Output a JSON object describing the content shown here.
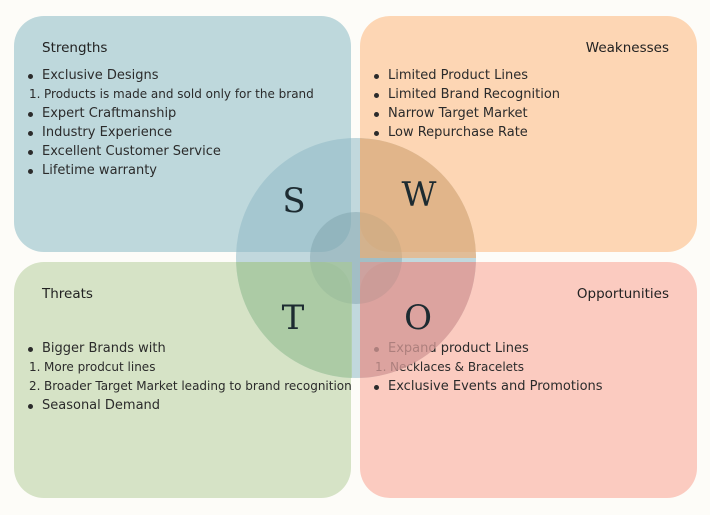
{
  "strengths": {
    "title": "Strengths",
    "letter": "S",
    "items": [
      {
        "type": "bullet",
        "text": "Exclusive Designs"
      },
      {
        "type": "number",
        "num": "1.",
        "text": "Products is made and sold only for the brand"
      },
      {
        "type": "bullet",
        "text": "Expert Craftmanship"
      },
      {
        "type": "bullet",
        "text": "Industry Experience"
      },
      {
        "type": "bullet",
        "text": "Excellent Customer Service"
      },
      {
        "type": "bullet",
        "text": "Lifetime warranty"
      }
    ]
  },
  "weaknesses": {
    "title": "Weaknesses",
    "letter": "W",
    "items": [
      {
        "type": "bullet",
        "text": "Limited Product Lines"
      },
      {
        "type": "bullet",
        "text": "Limited Brand Recognition"
      },
      {
        "type": "bullet",
        "text": "Narrow Target Market"
      },
      {
        "type": "bullet",
        "text": "Low Repurchase Rate"
      }
    ]
  },
  "threats": {
    "title": "Threats",
    "letter": "T",
    "items": [
      {
        "type": "bullet",
        "text": "Bigger Brands with"
      },
      {
        "type": "number",
        "num": "1.",
        "text": "More prodcut lines"
      },
      {
        "type": "number",
        "num": "2.",
        "text": "Broader Target Market leading to brand recognition"
      },
      {
        "type": "bullet",
        "text": "Seasonal Demand"
      }
    ]
  },
  "opportunities": {
    "title": "Opportunities",
    "letter": "O",
    "items": [
      {
        "type": "bullet",
        "text": "Expand product Lines"
      },
      {
        "type": "number",
        "num": "1.",
        "text": "Necklaces & Bracelets"
      },
      {
        "type": "bullet",
        "text": "Exclusive Events and Promotions"
      }
    ]
  },
  "colors": {
    "strengths": "#bed8dc",
    "weaknesses": "#fdd6b4",
    "threats": "#d6e3c6",
    "opportunities": "#fbcbc0"
  }
}
